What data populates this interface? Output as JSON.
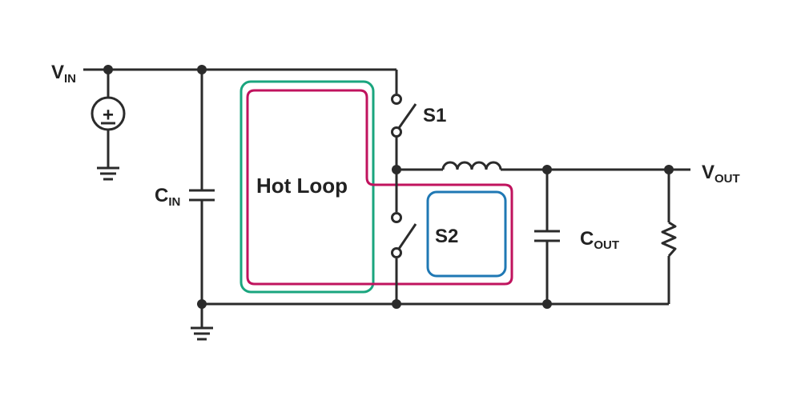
{
  "labels": {
    "vin_main": "V",
    "vin_sub": "IN",
    "vout_main": "V",
    "vout_sub": "OUT",
    "cin_main": "C",
    "cin_sub": "IN",
    "cout_main": "C",
    "cout_sub": "OUT",
    "s1": "S1",
    "s2": "S2",
    "hot_loop": "Hot Loop",
    "source_plus": "+"
  },
  "colors": {
    "wire": "#2b2b2b",
    "hot_loop_outline": "#c0135e",
    "input_loop_outline": "#1aa57e",
    "switch_loop_outline": "#1f78b4"
  }
}
